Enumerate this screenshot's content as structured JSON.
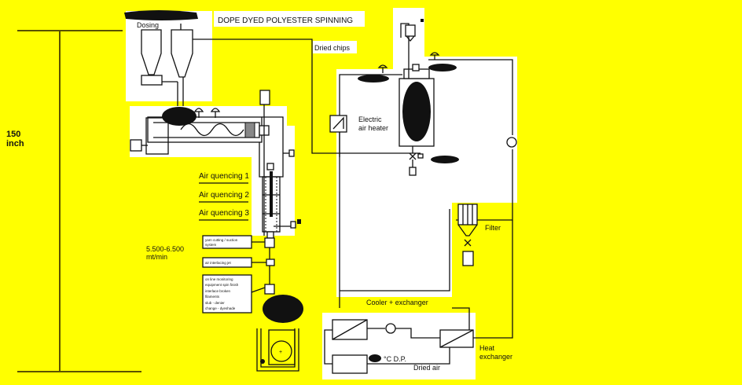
{
  "title": "DOPE DYED POLYESTER SPINNING",
  "colors": {
    "background": "#ffff00",
    "panel": "#ffffff",
    "line": "#111111",
    "scale": "#5a5200"
  },
  "scale": {
    "value": "150",
    "unit": "inch"
  },
  "labels": {
    "dosing": "Dosing",
    "dried_chips": "Dried chips",
    "electric_air_heater_line1": "Electric",
    "electric_air_heater_line2": "air heater",
    "air_quencing_1": "Air quencing 1",
    "air_quencing_2": "Air quencing 2",
    "air_quencing_3": "Air quencing 3",
    "speed_line1": "5.500-6.500",
    "speed_line2": "mt/min",
    "filter": "Filter",
    "cooler_exchanger": "Cooler + exchanger",
    "heat_exchanger_line1": "Heat",
    "heat_exchanger_line2": "exchanger",
    "dew_point": "°C   D.P.",
    "dried_air": "Dried air"
  },
  "note_boxes": [
    {
      "lines": [
        "yarn cutting / suction",
        "system"
      ]
    },
    {
      "lines": [
        "air interlacing jet"
      ]
    },
    {
      "lines": [
        "on line monitoring",
        "equipment spin finish",
        "interlace broken",
        "filaments",
        "slub - denier",
        "change - dyeshade"
      ]
    }
  ],
  "components": [
    "dosing-hopper",
    "chip-hopper",
    "extruder",
    "spinning-head",
    "quench-chamber",
    "winder",
    "dryer",
    "electric-air-heater",
    "filter",
    "cooler-exchanger",
    "heat-exchanger",
    "blower"
  ]
}
